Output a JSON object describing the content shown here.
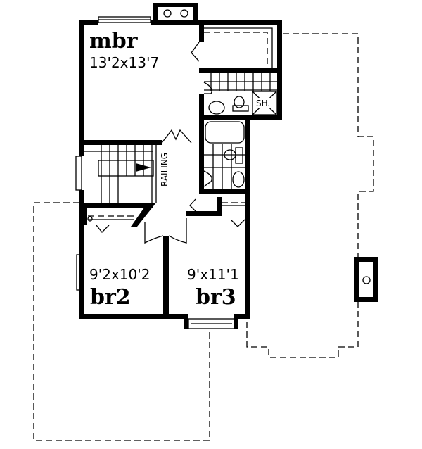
{
  "plan": {
    "rooms": [
      {
        "name": "mbr",
        "size": "13'2x13'7"
      },
      {
        "name": "br2",
        "size": "9'2x10'2"
      },
      {
        "name": "br3",
        "size": "9'x11'1"
      }
    ],
    "labels": {
      "railing": "RAILING",
      "shower": "SH."
    }
  }
}
